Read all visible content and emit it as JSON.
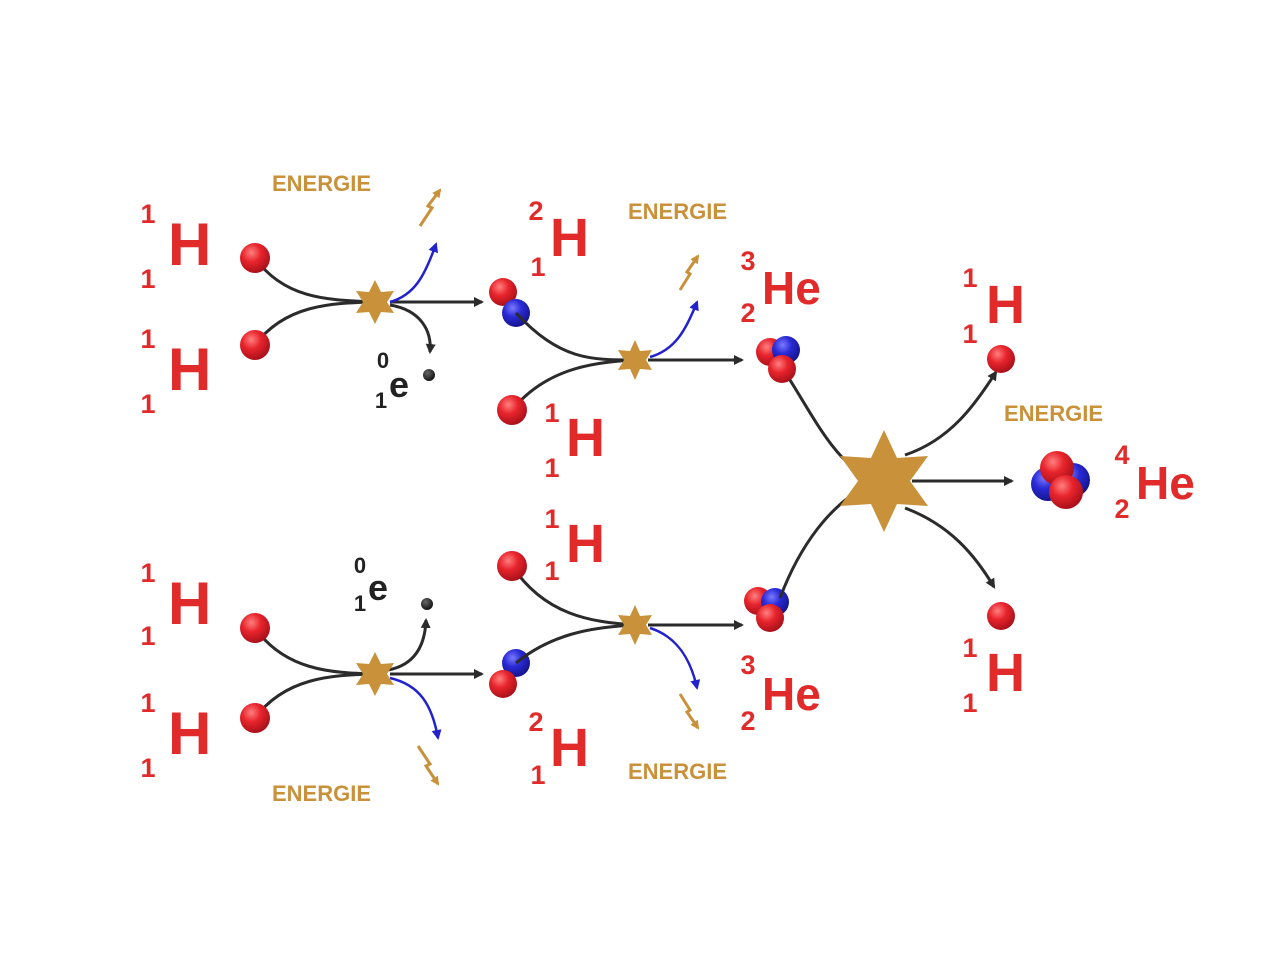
{
  "labels": {
    "energy": "ENERGIE",
    "hydrogen": "H",
    "helium": "He",
    "positron": "e"
  },
  "numbers": {
    "one": "1",
    "two": "2",
    "three": "3",
    "four": "4",
    "zero": "0"
  },
  "colors": {
    "nuclide_red": "#e12b2b",
    "energy_gold": "#c8913a",
    "proton": "#e8242c",
    "neutron": "#2a2ad6",
    "gamma_arrow": "#2222cc",
    "arrow": "#2b2b2b"
  }
}
